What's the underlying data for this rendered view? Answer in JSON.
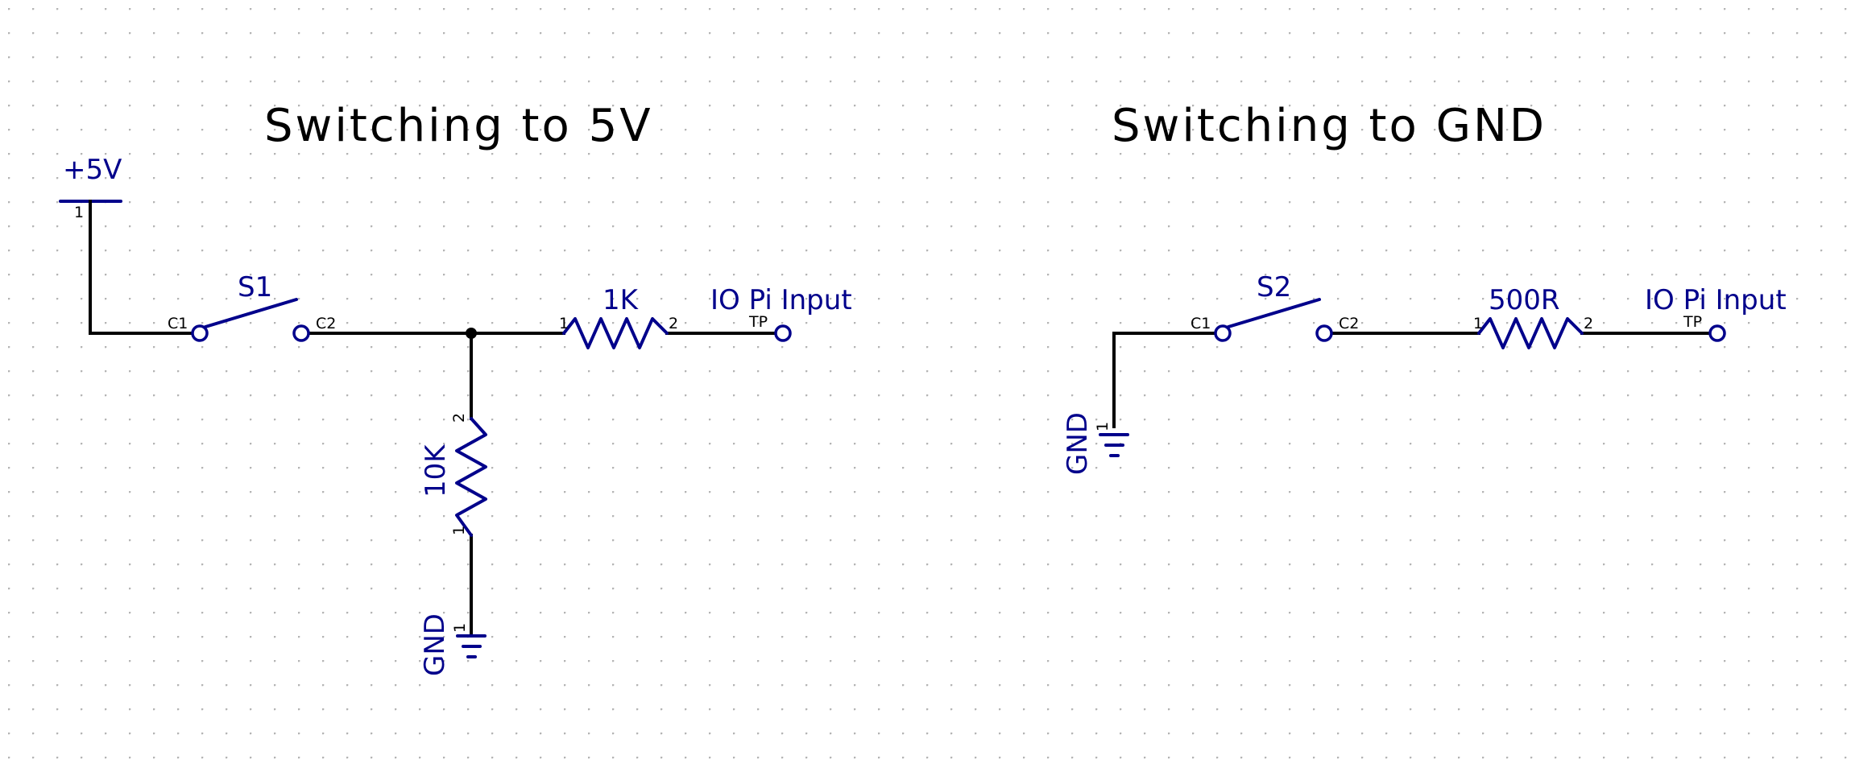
{
  "left_circuit": {
    "title": "Switching to 5V",
    "supply_label": "+5V",
    "supply_pin": "1",
    "switch_ref": "S1",
    "switch_pin_a": "C1",
    "switch_pin_b": "C2",
    "series_resistor": {
      "value": "1K",
      "pin1": "1",
      "pin2": "2"
    },
    "pulldown_resistor": {
      "value": "10K",
      "pin_top": "2",
      "pin_bottom": "1"
    },
    "ground_label": "GND",
    "ground_pin": "1",
    "output_label": "IO Pi Input",
    "output_pin": "TP"
  },
  "right_circuit": {
    "title": "Switching to GND",
    "switch_ref": "S2",
    "switch_pin_a": "C1",
    "switch_pin_b": "C2",
    "series_resistor": {
      "value": "500R",
      "pin1": "1",
      "pin2": "2"
    },
    "ground_label": "GND",
    "ground_pin": "1",
    "output_label": "IO Pi Input",
    "output_pin": "TP"
  },
  "colors": {
    "wire": "#000000",
    "component": "#00008b",
    "grid_dot": "#b4b4b4",
    "background": "#ffffff"
  }
}
